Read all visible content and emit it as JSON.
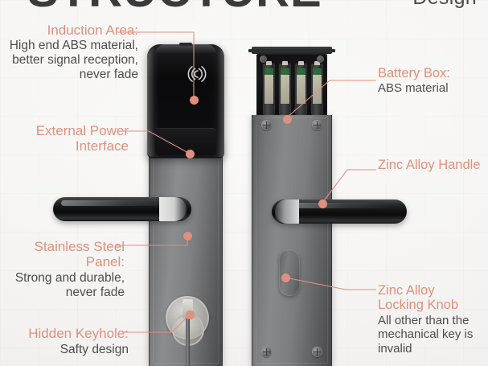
{
  "header": {
    "title": "STRUCTURE",
    "corner_label": "Design"
  },
  "accent_color": "#e0907e",
  "body_text_color": "#4d4d4d",
  "callouts": {
    "induction": {
      "heading": "Induction Area:",
      "body": "High end ABS material, better signal reception, never fade"
    },
    "power": {
      "heading": "External Power Interface",
      "body": ""
    },
    "panel": {
      "heading": "Stainless Steel Panel:",
      "body": "Strong and durable, never fade"
    },
    "keyhole": {
      "heading": "Hidden Keyhole:",
      "body": "Safty design"
    },
    "battery": {
      "heading": "Battery Box:",
      "body": "ABS material"
    },
    "handle": {
      "heading": "Zinc Alloy Handle",
      "body": ""
    },
    "knob": {
      "heading": "Zinc Alloy Locking Knob",
      "body": "All other than the mechanical key is invalid"
    }
  },
  "product": {
    "front_lock_label": "front-lock-assembly",
    "back_lock_label": "back-lock-assembly",
    "battery_count": 4
  }
}
